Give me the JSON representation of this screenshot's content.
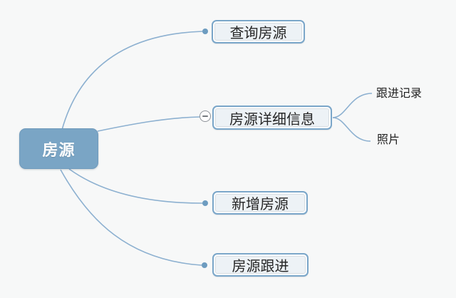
{
  "mindmap": {
    "root": {
      "label": "房源"
    },
    "children": [
      {
        "label": "查询房源"
      },
      {
        "label": "房源详细信息",
        "collapsed": false,
        "subchildren": [
          {
            "label": "跟进记录"
          },
          {
            "label": "照片"
          }
        ]
      },
      {
        "label": "新增房源"
      },
      {
        "label": "房源跟进"
      }
    ],
    "icons": {
      "collapse": "minus-icon"
    },
    "colors": {
      "background": "#f7f8f8",
      "line": "#8cb0d0",
      "anchor_dot": "#6d9cc0",
      "root_fill": "#7aa5c5",
      "root_text": "#ffffff",
      "topic_fill": "#edf2f6",
      "topic_border": "#7aa6c9",
      "topic_text": "#262626",
      "collapse_border": "#8e9399"
    }
  }
}
